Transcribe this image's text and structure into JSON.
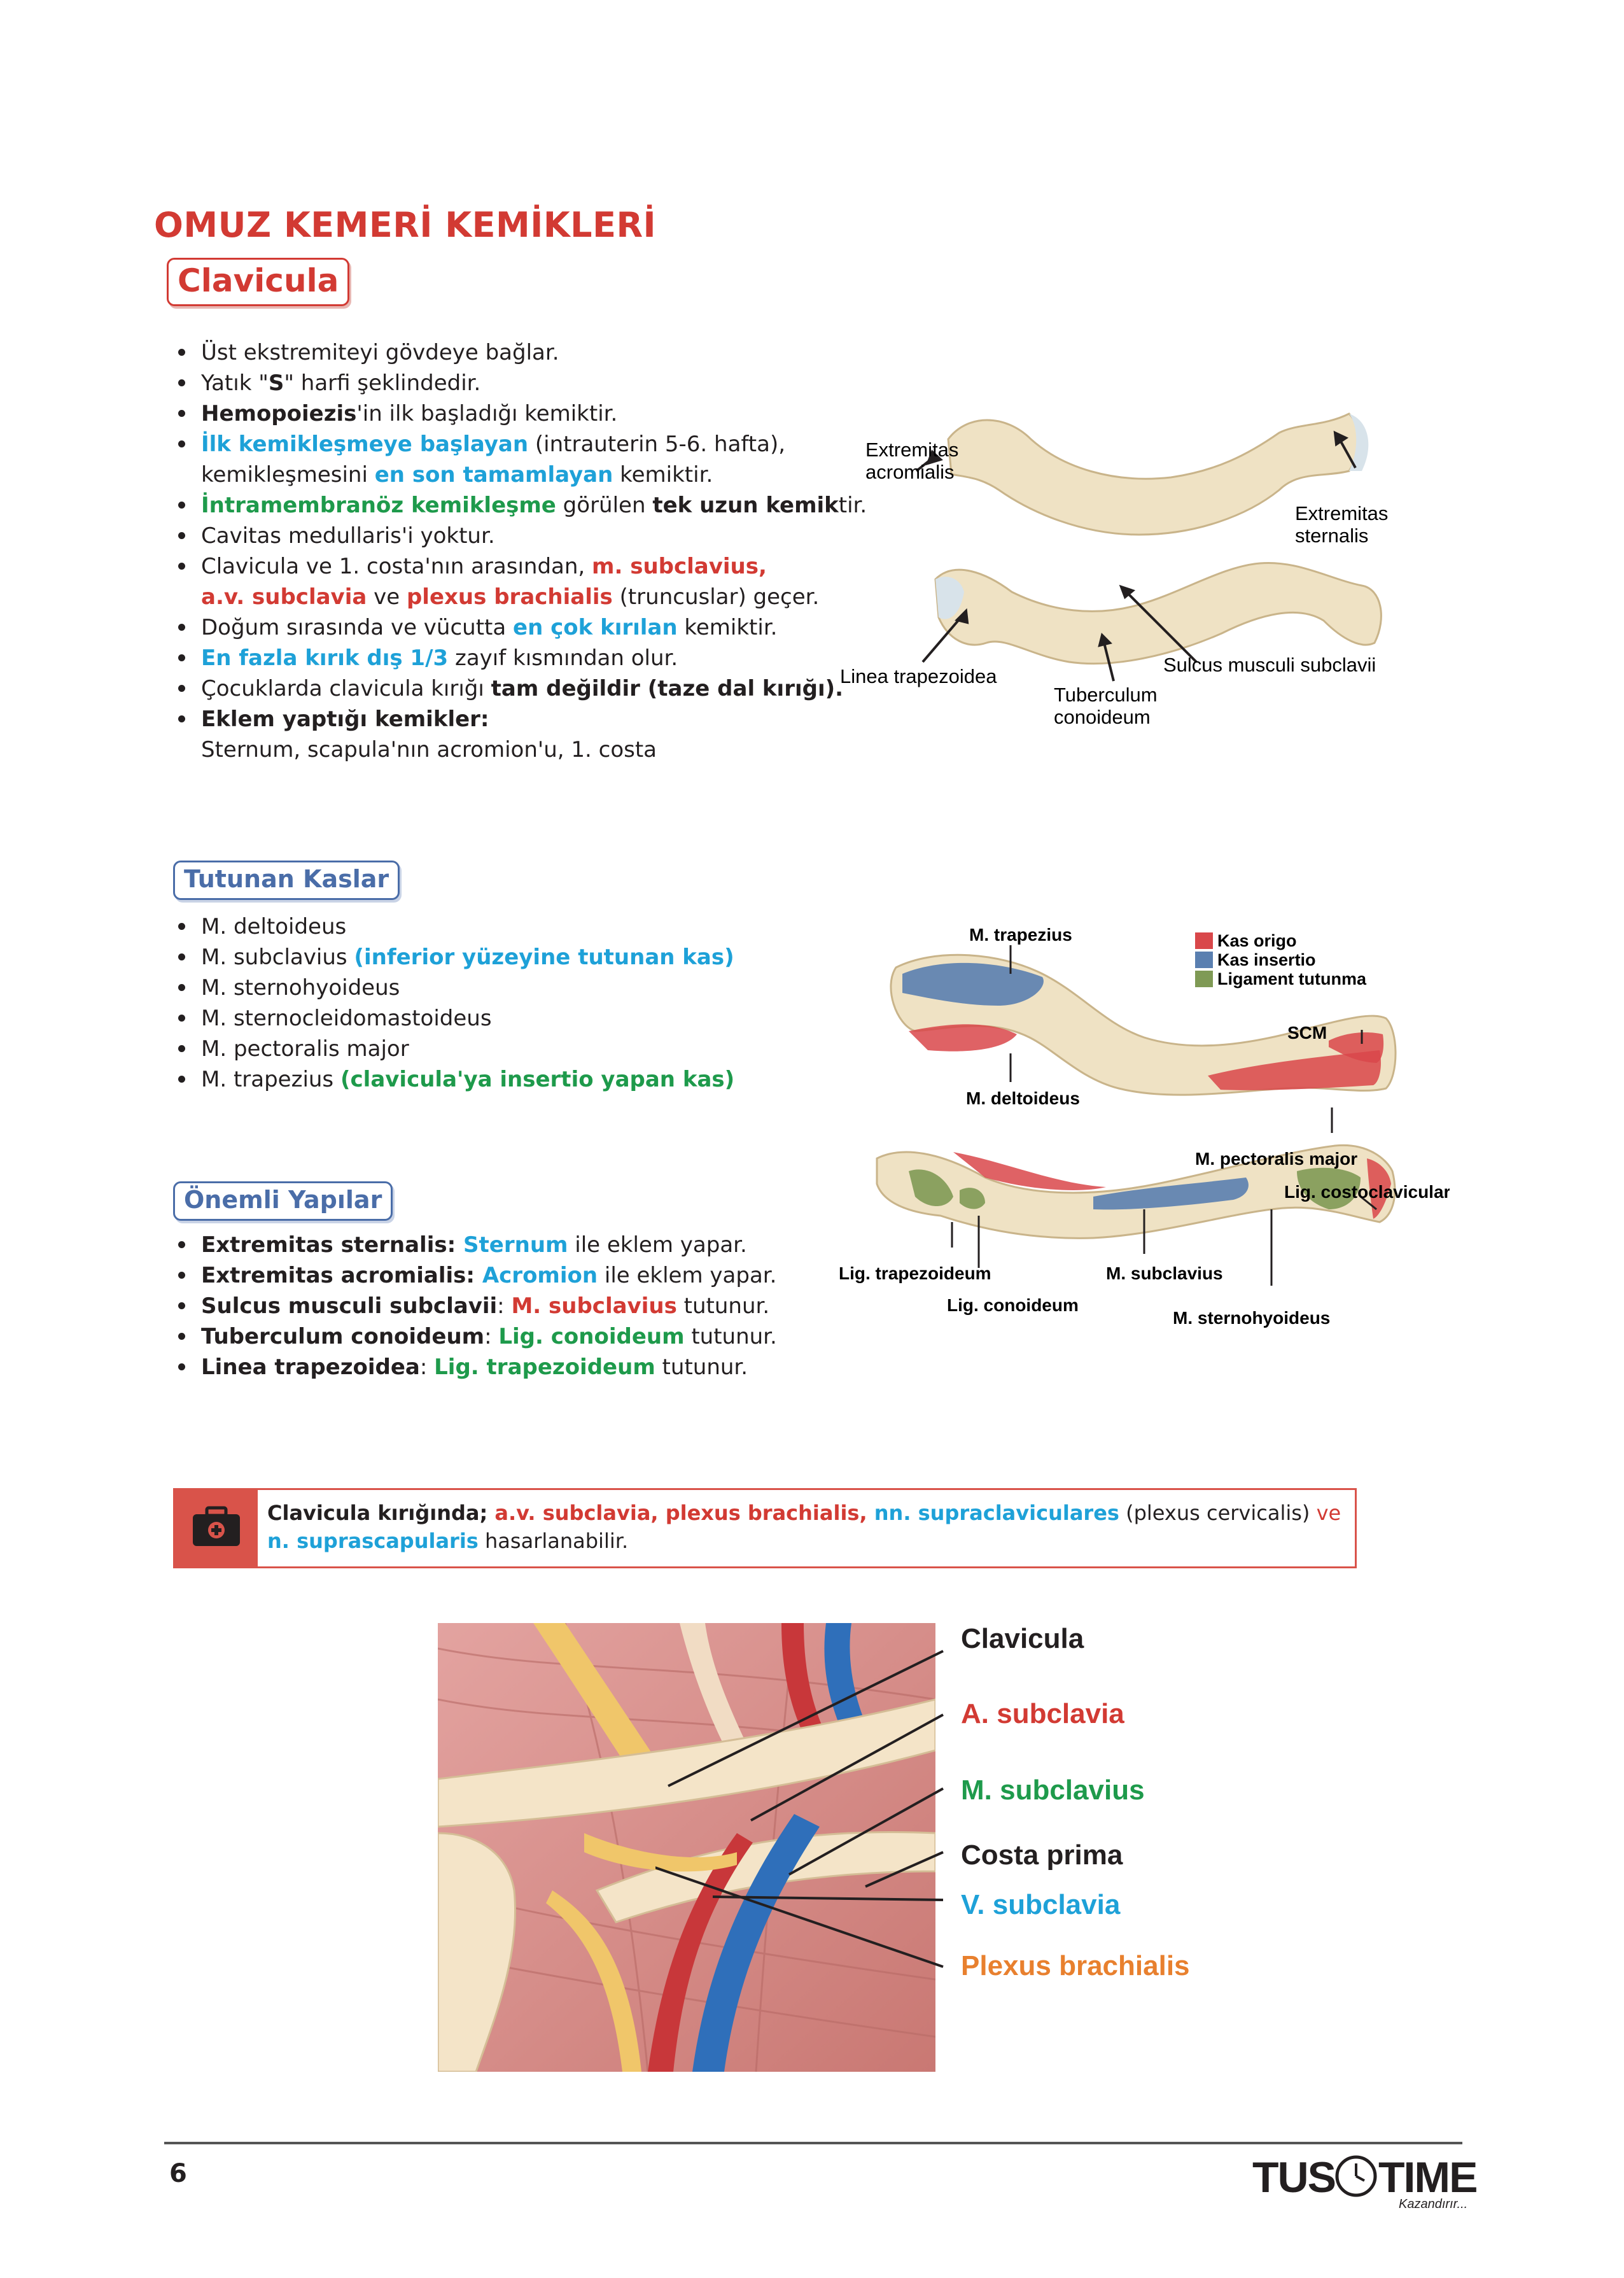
{
  "title": "OMUZ KEMERİ KEMİKLERİ",
  "clavicula": {
    "heading": "Clavicula",
    "items": [
      {
        "parts": [
          {
            "t": "Üst ekstremiteyi gövdeye bağlar.",
            "s": ""
          }
        ]
      },
      {
        "parts": [
          {
            "t": "Yatık \"",
            "s": ""
          },
          {
            "t": "S",
            "s": "b"
          },
          {
            "t": "\" harfi şeklindedir.",
            "s": ""
          }
        ]
      },
      {
        "parts": [
          {
            "t": "Hemopoiezis",
            "s": "b"
          },
          {
            "t": "'in ilk başladığı kemiktir.",
            "s": ""
          }
        ]
      },
      {
        "parts": [
          {
            "t": "İlk kemikleşmeye başlayan",
            "s": "cb"
          },
          {
            "t": " (intrauterin 5-6. hafta),",
            "s": ""
          }
        ]
      },
      {
        "cont": true,
        "parts": [
          {
            "t": "kemikleşmesini ",
            "s": ""
          },
          {
            "t": "en son tamamlayan",
            "s": "cb"
          },
          {
            "t": " kemiktir.",
            "s": ""
          }
        ]
      },
      {
        "parts": [
          {
            "t": "İntramembranöz kemikleşme",
            "s": "cg"
          },
          {
            "t": " görülen ",
            "s": ""
          },
          {
            "t": "tek uzun kemik",
            "s": "b"
          },
          {
            "t": "tir.",
            "s": ""
          }
        ]
      },
      {
        "parts": [
          {
            "t": "Cavitas medullaris'i yoktur.",
            "s": ""
          }
        ]
      },
      {
        "parts": [
          {
            "t": "Clavicula ve 1. costa'nın arasından, ",
            "s": ""
          },
          {
            "t": "m. subclavius,",
            "s": "cr"
          }
        ]
      },
      {
        "cont": true,
        "parts": [
          {
            "t": "a.v. subclavia",
            "s": "cr"
          },
          {
            "t": " ve ",
            "s": ""
          },
          {
            "t": "plexus brachialis",
            "s": "cr"
          },
          {
            "t": " (truncuslar) geçer.",
            "s": ""
          }
        ]
      },
      {
        "parts": [
          {
            "t": "Doğum sırasında ve vücutta ",
            "s": ""
          },
          {
            "t": "en çok kırılan",
            "s": "cb"
          },
          {
            "t": " kemiktir.",
            "s": ""
          }
        ]
      },
      {
        "parts": [
          {
            "t": "En fazla kırık dış 1/3",
            "s": "cb"
          },
          {
            "t": " zayıf kısmından olur.",
            "s": ""
          }
        ]
      },
      {
        "parts": [
          {
            "t": "Çocuklarda clavicula kırığı ",
            "s": ""
          },
          {
            "t": "tam değildir (taze dal kırığı).",
            "s": "b"
          }
        ]
      },
      {
        "parts": [
          {
            "t": "Eklem yaptığı kemikler:",
            "s": "b"
          }
        ]
      },
      {
        "cont": true,
        "parts": [
          {
            "t": "Sternum, scapula'nın acromion'u, 1. costa",
            "s": ""
          }
        ]
      }
    ]
  },
  "fig1": {
    "extremitas_acromialis_1": "Extremitas",
    "extremitas_acromialis_2": "acromialis",
    "extremitas_sternalis_1": "Extremitas",
    "extremitas_sternalis_2": "sternalis",
    "linea_trapezoidea": "Linea trapezoidea",
    "tuberculum_1": "Tuberculum",
    "tuberculum_2": "conoideum",
    "sulcus": "Sulcus musculi subclavii"
  },
  "tutunan": {
    "heading": "Tutunan Kaslar",
    "items": [
      {
        "parts": [
          {
            "t": "M. deltoideus",
            "s": ""
          }
        ]
      },
      {
        "parts": [
          {
            "t": "M. subclavius ",
            "s": ""
          },
          {
            "t": "(inferior yüzeyine tutunan kas)",
            "s": "cb"
          }
        ]
      },
      {
        "parts": [
          {
            "t": "M. sternohyoideus",
            "s": ""
          }
        ]
      },
      {
        "parts": [
          {
            "t": "M. sternocleidomastoideus",
            "s": ""
          }
        ]
      },
      {
        "parts": [
          {
            "t": "M. pectoralis major",
            "s": ""
          }
        ]
      },
      {
        "parts": [
          {
            "t": "M. trapezius ",
            "s": ""
          },
          {
            "t": "(clavicula'ya insertio yapan kas)",
            "s": "cg"
          }
        ]
      }
    ]
  },
  "fig2": {
    "legend": [
      {
        "label": "Kas origo",
        "color": "#d9474a"
      },
      {
        "label": "Kas insertio",
        "color": "#5a7fb0"
      },
      {
        "label": "Ligament tutunma",
        "color": "#7f9a55"
      }
    ],
    "m_trapezius": "M. trapezius",
    "scm": "SCM",
    "m_deltoideus": "M. deltoideus",
    "m_pectoralis": "M. pectoralis major",
    "lig_costo": "Lig. costoclaviculare",
    "lig_trap": "Lig. trapezoideum",
    "lig_conoid": "Lig. conoideum",
    "m_subclavius": "M. subclavius",
    "m_sternohyoideus": "M. sternohyoideus"
  },
  "onemli": {
    "heading": "Önemli Yapılar",
    "items": [
      {
        "parts": [
          {
            "t": "Extremitas sternalis: ",
            "s": "b"
          },
          {
            "t": "Sternum",
            "s": "cbn"
          },
          {
            "t": " ile eklem yapar.",
            "s": ""
          }
        ]
      },
      {
        "parts": [
          {
            "t": "Extremitas acromialis: ",
            "s": "b"
          },
          {
            "t": "Acromion",
            "s": "cbn"
          },
          {
            "t": " ile eklem yapar.",
            "s": ""
          }
        ]
      },
      {
        "parts": [
          {
            "t": "Sulcus musculi subclavii",
            "s": "b"
          },
          {
            "t": ": ",
            "s": ""
          },
          {
            "t": "M. subclavius",
            "s": "cr"
          },
          {
            "t": " tutunur.",
            "s": ""
          }
        ]
      },
      {
        "parts": [
          {
            "t": "Tuberculum conoideum",
            "s": "b"
          },
          {
            "t": ": ",
            "s": ""
          },
          {
            "t": "Lig. conoideum",
            "s": "cg"
          },
          {
            "t": " tutunur.",
            "s": ""
          }
        ]
      },
      {
        "parts": [
          {
            "t": "Linea trapezoidea",
            "s": "b"
          },
          {
            "t": ": ",
            "s": ""
          },
          {
            "t": "Lig. trapezoideum",
            "s": "cg"
          },
          {
            "t": " tutunur.",
            "s": ""
          }
        ]
      }
    ]
  },
  "note": {
    "lines": [
      [
        {
          "t": "Clavicula kırığında; ",
          "s": "b"
        },
        {
          "t": "a.v. subclavia, plexus brachialis, ",
          "s": "cr"
        },
        {
          "t": "nn. supraclaviculares",
          "s": "cb"
        },
        {
          "t": " (plexus cervicalis) ",
          "s": ""
        },
        {
          "t": "ve",
          "s": "crn"
        }
      ],
      [
        {
          "t": "n. suprascapularis",
          "s": "cb"
        },
        {
          "t": " hasarlanabilir.",
          "s": ""
        }
      ]
    ]
  },
  "fig3": {
    "labels": [
      {
        "text": "Clavicula",
        "color": "#231f20"
      },
      {
        "text": "A. subclavia",
        "color": "#d23a33"
      },
      {
        "text": "M. subclavius",
        "color": "#1e9a4b"
      },
      {
        "text": "Costa prima",
        "color": "#231f20"
      },
      {
        "text": "V. subclavia",
        "color": "#1ea1d8"
      },
      {
        "text": "Plexus brachialis",
        "color": "#e8802e"
      }
    ]
  },
  "footer": {
    "page_number": "6",
    "logo_left": "TUS",
    "logo_right": "TIME",
    "logo_tagline": "Kazandırır..."
  }
}
